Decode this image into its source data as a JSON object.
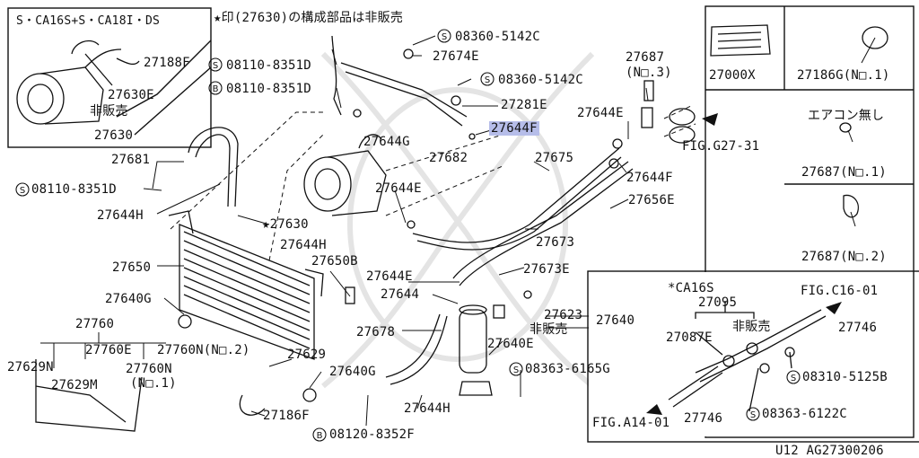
{
  "inset_topleft": {
    "title": "S・CA16S+S・CA18I・DS",
    "l1": "27188F",
    "l2": "27630E",
    "l3": "非販売",
    "l4": "27630"
  },
  "note": "★印(27630)の構成部品は非販売",
  "labels": {
    "p27674e": "27674E",
    "s08360a": "08360-5142C",
    "s08360b": "08360-5142C",
    "s08110a": "08110-8351D",
    "b08110": "08110-8351D",
    "p27281e": "27281E",
    "p27644f_hl": "27644F",
    "p27644g": "27644G",
    "p27682": "27682",
    "p27681": "27681",
    "s08110b": "08110-8351D",
    "p27644h_a": "27644H",
    "p27630": "27630",
    "p27644h_b": "27644H",
    "p27644e_a": "27644E",
    "p27675": "27675",
    "p27644e_b": "27644E",
    "p27644f_b": "27644F",
    "p27656e": "27656E",
    "p27673": "27673",
    "p27687n3a": "27687",
    "p27687n3b": "(N□.3)",
    "fig_g27": "FIG.G27-31",
    "p27650": "27650",
    "p27650b": "27650B",
    "p27644e_c": "27644E",
    "p27644": "27644",
    "p27673e": "27673E",
    "p27640g_a": "27640G",
    "p27623": "27623",
    "p27640": "27640",
    "hihanbai2": "非販売",
    "p27760": "27760",
    "p27678": "27678",
    "p27640e": "27640E",
    "p27629n": "27629N",
    "p27760e": "27760E",
    "p27760n2": "27760N(N□.2)",
    "p27629": "27629",
    "p27760n1a": "27760N",
    "p27760n1b": "(N□.1)",
    "p27629m": "27629M",
    "p27640g_b": "27640G",
    "s08363a": "08363-6165G",
    "p27644h_c": "27644H",
    "p27186f": "27186F",
    "b08120": "08120-8352F"
  },
  "right_panels": {
    "p27000x": "27000X",
    "p27186g": "27186G(N□.1)",
    "aircon_none": "エアコン無し",
    "p27687n1": "27687(N□.1)",
    "p27687n2": "27687(N□.2)"
  },
  "inset_ca16s": {
    "title": "*CA16S",
    "p27095": "27095",
    "hihanbai": "非販売",
    "p27087e": "27087E",
    "fig_c16": "FIG.C16-01",
    "p27746a": "27746",
    "s08310": "08310-5125B",
    "fig_a14": "FIG.A14-01",
    "p27746b": "27746",
    "s08363b": "08363-6122C"
  },
  "footer": {
    "code": "U12   AG27300206"
  },
  "symbols": {
    "s": "S",
    "b": "B"
  },
  "colors": {
    "highlight": "#b6bde9",
    "line": "#111111"
  }
}
